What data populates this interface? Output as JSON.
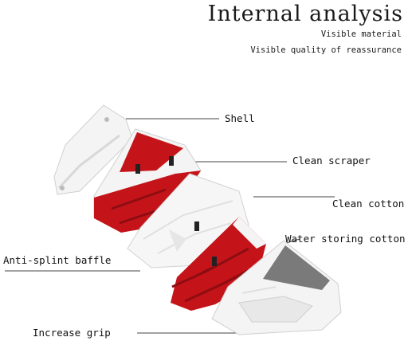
{
  "header": {
    "title": "Internal analysis",
    "subtitle_1": "Visible material",
    "subtitle_2": "Visible quality of reassurance"
  },
  "labels": {
    "shell": "Shell",
    "clean_scraper": "Clean scraper",
    "clean_cotton": "Clean cotton",
    "water_storing_cotton": "Water storing cotton",
    "anti_splint_baffle": "Anti-splint baffle",
    "increase_grip": "Increase grip"
  },
  "colors": {
    "red": "#c4141a",
    "white_part": "#f4f4f4",
    "leader_line": "#444444"
  }
}
